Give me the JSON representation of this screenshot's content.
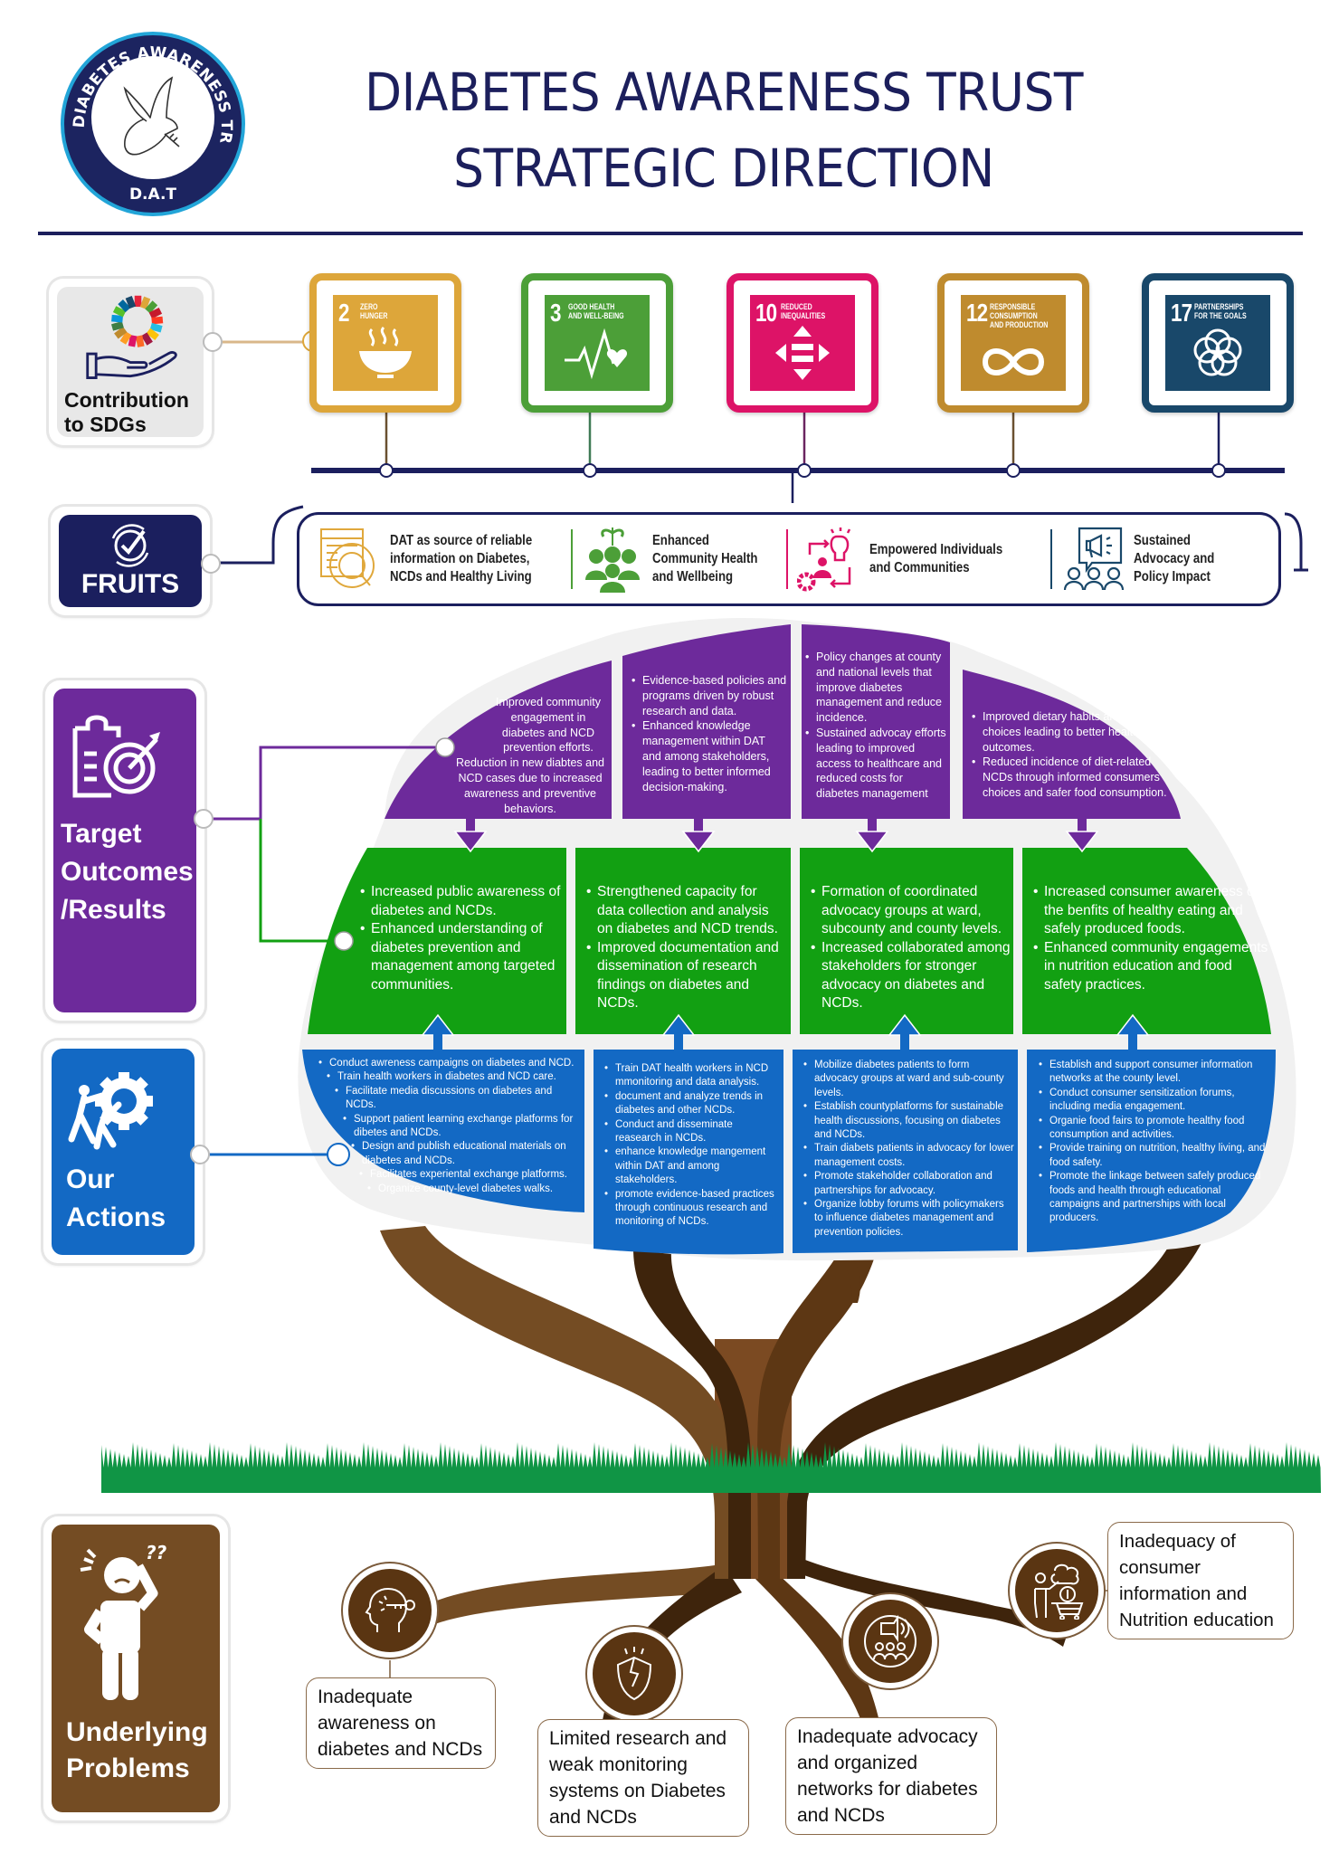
{
  "header": {
    "logo": {
      "ring_text": "DIABETES AWARENESS TRUST",
      "abbrev": "D.A.T",
      "icon": "dove-with-olive-branch-icon"
    },
    "title_line1": "DIABETES AWARENESS TRUST",
    "title_line2": "STRATEGIC DIRECTION"
  },
  "colors": {
    "navy": "#1b1f5e",
    "purple": "#6d2a9b",
    "green": "#12a012",
    "blue": "#1369c4",
    "brown": "#744c23",
    "sdg2": "#dda63a",
    "sdg3": "#4c9f38",
    "sdg10": "#dd1367",
    "sdg12": "#bf8b2e",
    "sdg17": "#19486a"
  },
  "categories": {
    "sdgs": {
      "label": "Contribution to SDGs",
      "icon": "sdg-wheel-hand-icon"
    },
    "fruits": {
      "label": "FRUITS",
      "icon": "check-cycle-icon"
    },
    "outcomes": {
      "label_lines": [
        "Target",
        "Outcomes",
        "/Results"
      ],
      "icon": "clipboard-target-icon"
    },
    "actions": {
      "label_lines": [
        "Our",
        "Actions"
      ],
      "icon": "teamwork-gear-icon"
    },
    "problems": {
      "label_lines": [
        "Underlying",
        "Problems"
      ],
      "icon": "confused-person-icon"
    }
  },
  "sdgs": [
    {
      "number": "2",
      "name": "ZERO\nHUNGER",
      "icon": "bowl-icon"
    },
    {
      "number": "3",
      "name": "GOOD HEALTH\nAND WELL-BEING",
      "icon": "heartbeat-icon"
    },
    {
      "number": "10",
      "name": "REDUCED\nINEQUALITIES",
      "icon": "equality-arrows-icon"
    },
    {
      "number": "12",
      "name": "RESPONSIBLE\nCONSUMPTION\nAND PRODUCTION",
      "icon": "infinity-icon"
    },
    {
      "number": "17",
      "name": "PARTNERSHIPS\nFOR THE GOALS",
      "icon": "rings-flower-icon"
    }
  ],
  "fruits": [
    {
      "text": "DAT as source of reliable information on Diabetes, NCDs and Healthy Living",
      "icon": "browser-search-icon"
    },
    {
      "text": "Enhanced Community Health and Wellbeing",
      "icon": "community-health-icon"
    },
    {
      "text": "Empowered Individuals and Communities",
      "icon": "idea-cycle-icon"
    },
    {
      "text": "Sustained Advocacy and Policy Impact",
      "icon": "megaphone-group-icon"
    }
  ],
  "outcomes_long_term": [
    [
      "Improved community engagement in diabetes and NCD prevention efforts.",
      "Reduction in new diabtes and NCD cases due to increased awareness and preventive behaviors."
    ],
    [
      "Evidence-based policies and programs driven by robust research and data.",
      "Enhanced knowledge management within DAT and among stakeholders, leading to better informed decision-making."
    ],
    [
      "Policy changes at county and national levels that improve diabetes management and reduce incidence.",
      "Sustained advocay efforts leading to improved access to healthcare and reduced costs for diabetes management"
    ],
    [
      "Improved dietary habits and food choices leading to better health outcomes.",
      "Reduced incidence of diet-related NCDs through informed consumers choices and safer food consumption."
    ]
  ],
  "outcomes_intermediate": [
    [
      "Increased public awareness of diabetes and NCDs.",
      "Enhanced understanding of diabetes prevention and management among targeted communities."
    ],
    [
      "Strengthened capacity for data collection and analysis on diabetes and NCD trends.",
      "Improved documentation and dissemination of research findings on diabetes and NCDs."
    ],
    [
      "Formation of coordinated advocacy groups at ward, subcounty and county levels.",
      "Increased collaborated among stakeholders for stronger advocacy on diabetes and NCDs."
    ],
    [
      "Increased consumer awareness of the benfits of healthy eating and safely produced foods.",
      "Enhanced community engagements in nutrition education and food safety practices."
    ]
  ],
  "actions": [
    [
      "Conduct awreness campaigns on diabetes and NCD.",
      "Train health workers in diabetes and NCD care.",
      "Facilitate media discussions on diabetes and NCDs.",
      "Support patient learning exchange platforms for dibetes and NCDs.",
      "Design and publish educational materials on diabetes and NCDs.",
      "Facilitates experiental exchange platforms.",
      "Organize county-level diabetes walks."
    ],
    [
      "Train DAT health workers in NCD mmonitoring and data analysis.",
      "document and analyze trends in diabetes and other NCDs.",
      "Conduct and disseminate reasearch in NCDs.",
      "enhance knowledge mangement within DAT and among stakeholders.",
      "promote evidence-based practices through continuous research and monitoring of NCDs."
    ],
    [
      "Mobilize diabetes patients to form advocacy groups at ward and sub-county levels.",
      "Establish countyplatforms for sustainable health discussions, focusing on diabetes and NCDs.",
      "Train diabets patients in advocacy for lower management costs.",
      "Promote stakeholder collaboration and partnerships for advocacy.",
      "Organize lobby forums with policymakers to influence  diabetes management and prevention policies."
    ],
    [
      "Establish and support consumer information networks at the county level.",
      "Conduct consumer sensitization forums, including media engagement.",
      "Organie food fairs to promote healthy food consumption and activities.",
      "Provide training on nutrition, healthy living, and food safety.",
      "Promote the linkage between safely produced foods and health through educational campaigns and partnerships with local producers."
    ]
  ],
  "problems": [
    {
      "text": "Inadequate awareness on diabetes and NCDs",
      "icon": "head-key-icon"
    },
    {
      "text": "Limited research and weak monitoring systems on Diabetes and NCDs",
      "icon": "broken-shield-icon"
    },
    {
      "text": "Inadequate advocacy and organized networks for diabetes and NCDs",
      "icon": "megaphone-crowd-icon"
    },
    {
      "text": "Inadequacy of consumer information and Nutrition education",
      "icon": "shopper-cart-icon"
    }
  ]
}
